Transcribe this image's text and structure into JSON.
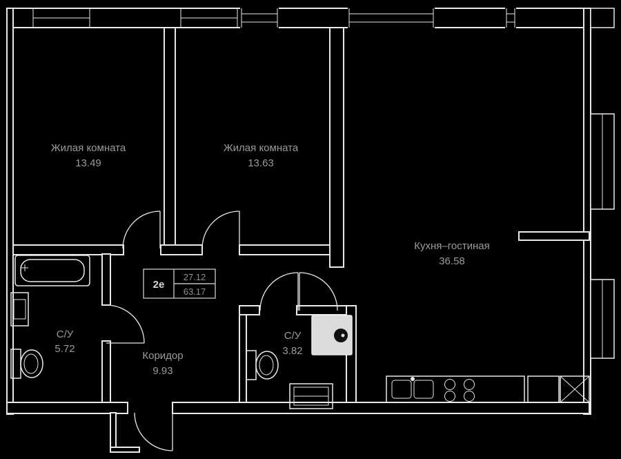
{
  "plan": {
    "unit_badge": {
      "type_label": "2е",
      "value_top": "27.12",
      "value_bottom": "63.17"
    },
    "rooms": [
      {
        "name": "Жилая комната",
        "area": "13.49"
      },
      {
        "name": "Жилая комната",
        "area": "13.63"
      },
      {
        "name": "Кухня–гостиная",
        "area": "36.58"
      },
      {
        "name": "С/У",
        "area": "5.72"
      },
      {
        "name": "Коридор",
        "area": "9.93"
      },
      {
        "name": "С/У",
        "area": "3.82"
      }
    ],
    "fixtures": [
      "bathtub",
      "bathroom-sink",
      "toilet",
      "toilet",
      "shower-cabin",
      "washing-machine",
      "kitchen-sink",
      "stove",
      "kitchen-cabinet",
      "duct-shaft"
    ],
    "colors": {
      "background": "#000000",
      "wall_line": "#e9e9e9",
      "room_text": "#9b9b9b",
      "badge_text": "#d9d9d9"
    }
  }
}
